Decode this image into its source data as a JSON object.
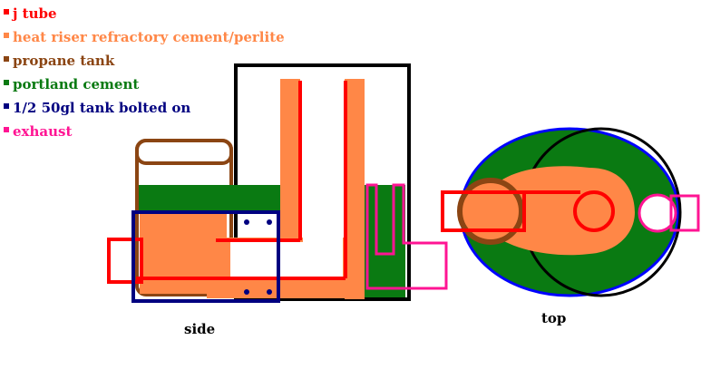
{
  "legend": [
    {
      "label": "j tube",
      "color": "#ff0000"
    },
    {
      "label": "heat riser refractory cement/perlite",
      "color": "#ff8747"
    },
    {
      "label": "propane tank",
      "color": "#8b4513"
    },
    {
      "label": "portland cement",
      "color": "#0a7a12"
    },
    {
      "label": "1/2  50gl tank bolted on",
      "color": "#000080"
    },
    {
      "label": "exhaust",
      "color": "#ff1493"
    }
  ],
  "captions": {
    "side": "side",
    "top": "top"
  }
}
